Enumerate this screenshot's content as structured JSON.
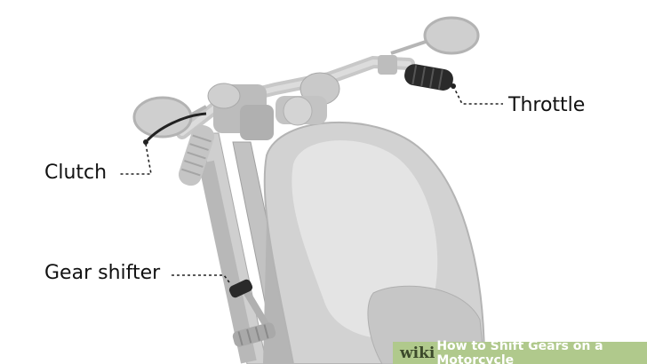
{
  "labels": {
    "throttle": "Throttle",
    "clutch": "Clutch",
    "gear_shifter": "Gear shifter"
  },
  "watermark": {
    "brand": "wiki",
    "title": "How to Shift Gears on a Motorcycle"
  }
}
